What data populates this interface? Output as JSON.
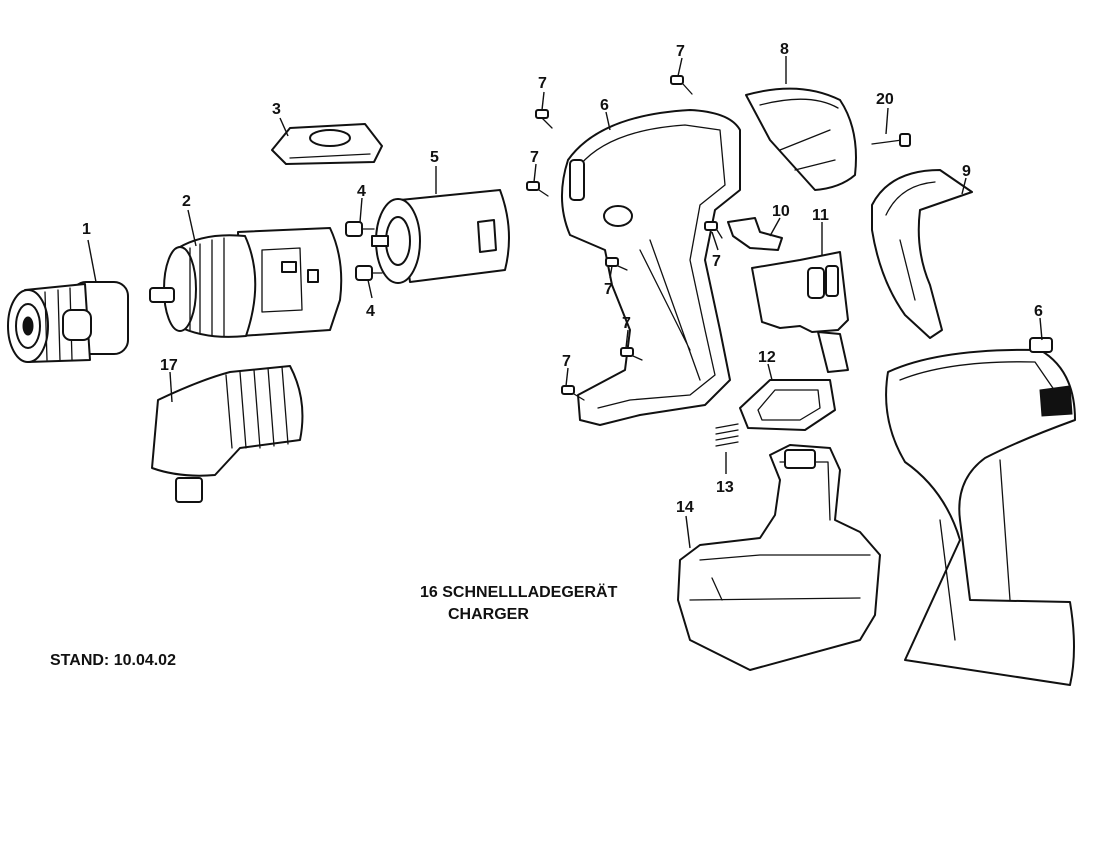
{
  "callouts": {
    "c1": "1",
    "c2": "2",
    "c3": "3",
    "c4a": "4",
    "c4b": "4",
    "c5": "5",
    "c6a": "6",
    "c6b": "6",
    "c7a": "7",
    "c7b": "7",
    "c7c": "7",
    "c7d": "7",
    "c7e": "7",
    "c7f": "7",
    "c7g": "7",
    "c8": "8",
    "c9": "9",
    "c10": "10",
    "c11": "11",
    "c12": "12",
    "c13": "13",
    "c14": "14",
    "c17": "17",
    "c20": "20"
  },
  "notes": {
    "charger_line1": "16 SCHNELLLADEGERÄT",
    "charger_line2": "CHARGER",
    "stand": "STAND: 10.04.02"
  }
}
